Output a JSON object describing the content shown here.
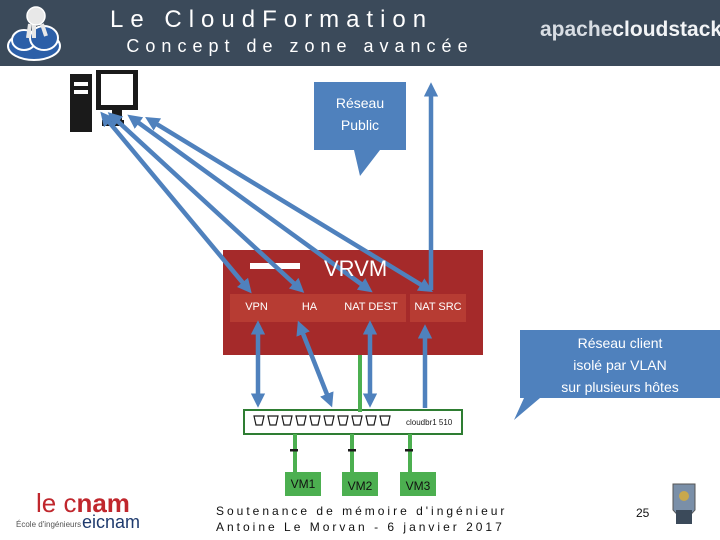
{
  "header": {
    "title": "Le CloudFormation",
    "subtitle": "Concept de zone avancée",
    "brand_part1": "apache",
    "brand_part2": "cloudstack"
  },
  "diagram": {
    "public_network": "Réseau\nPublic",
    "router": "VRVM",
    "services": [
      "VPN",
      "HA",
      "NAT DEST",
      "NAT SRC"
    ],
    "client_network": "Réseau client\nisolé par VLAN\nsur plusieurs hôtes",
    "bridge": "cloudbr1 510",
    "vms": [
      "VM1",
      "VM2",
      "VM3"
    ]
  },
  "footer": {
    "line1": "Soutenance de mémoire d'ingénieur",
    "line2": "Antoine Le Morvan - 6 janvier 2017",
    "page": "25",
    "logo_main_a": "le c",
    "logo_main_b": "nam",
    "logo_sub": "École d'ingénieurs",
    "logo_side": "eicnam"
  },
  "colors": {
    "header_bg": "#3b4a5a",
    "arrow_blue": "#4f81bd",
    "router_red": "#a52a2a",
    "vlan_green": "#4caf50",
    "callout_blue": "#4f81bd"
  }
}
